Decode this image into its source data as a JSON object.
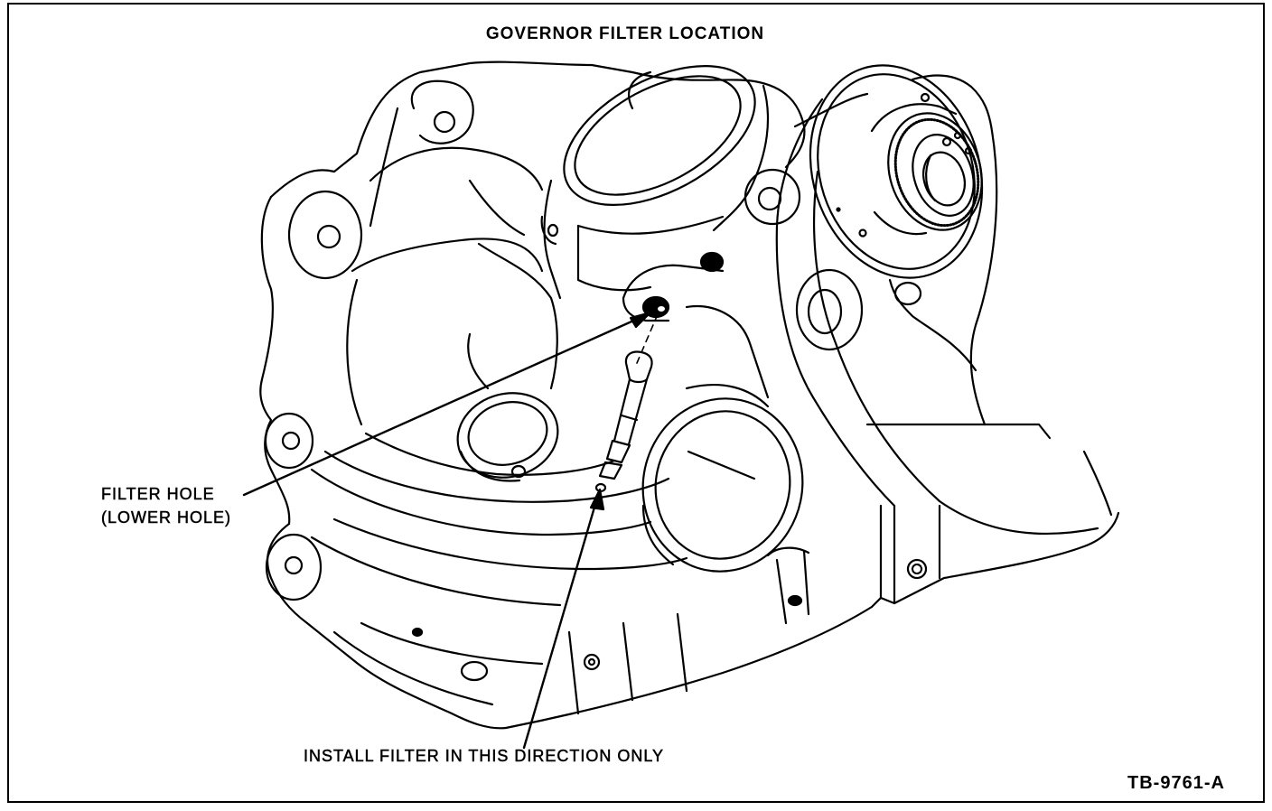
{
  "figure": {
    "title": "GOVERNOR FILTER LOCATION",
    "callouts": {
      "filter_hole_line1": "FILTER HOLE",
      "filter_hole_line2": "(LOWER HOLE)",
      "install_direction": "INSTALL FILTER IN THIS DIRECTION ONLY"
    },
    "figure_id": "TB-9761-A"
  }
}
